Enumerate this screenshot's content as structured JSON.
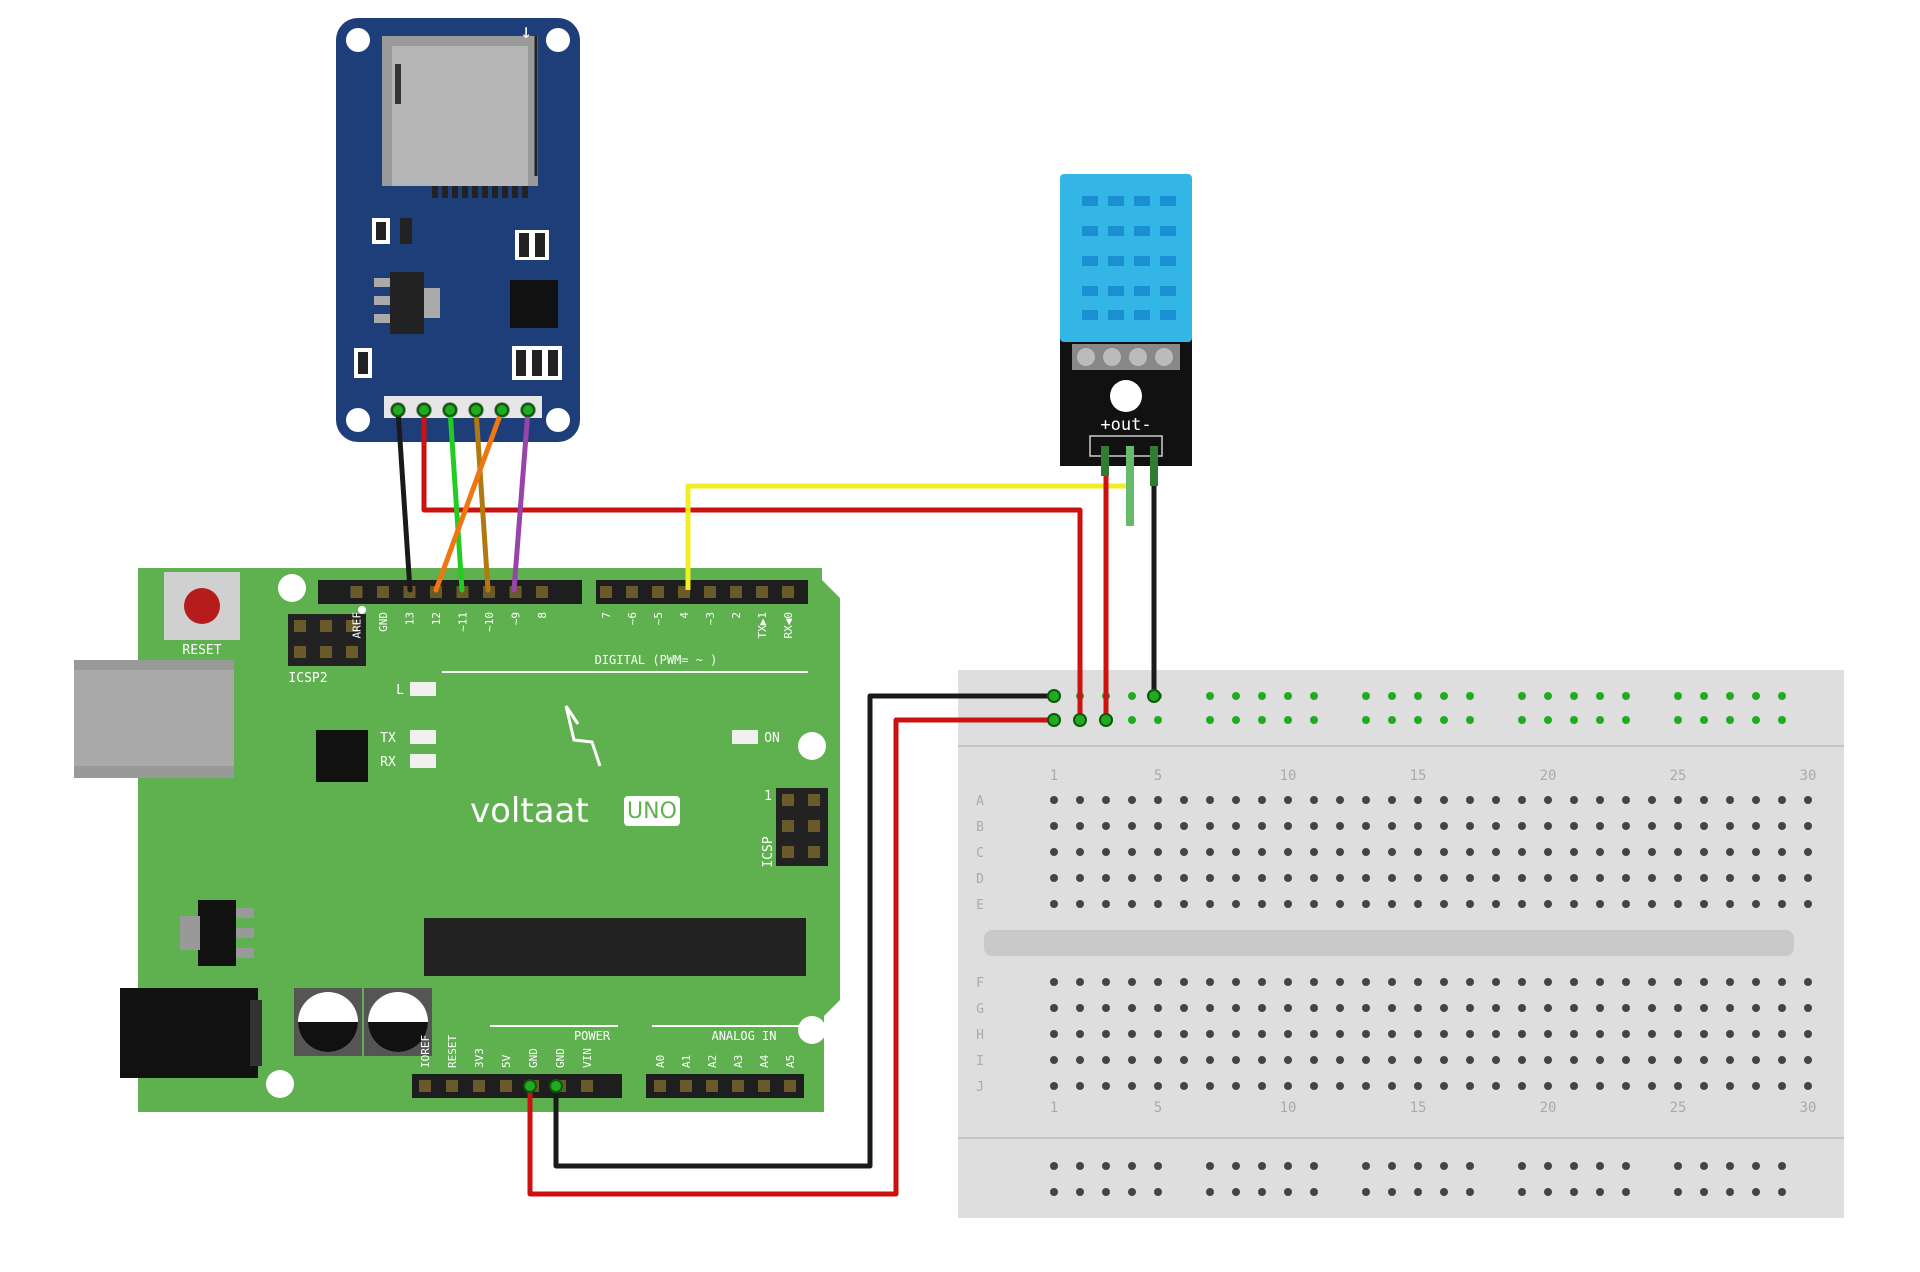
{
  "sd_module": {
    "pin_count": 6
  },
  "dht_module": {
    "pin_label": "+out-"
  },
  "arduino": {
    "brand": "voltaat",
    "model": "UNO",
    "reset_label": "RESET",
    "icsp2_label": "ICSP2",
    "icsp_label": "ICSP",
    "icsp_pin1": "1",
    "led_l": "L",
    "led_tx": "TX",
    "led_rx": "RX",
    "led_on": "ON",
    "digital_title": "DIGITAL (PWM= ~ )",
    "digital_pins": [
      "AREF",
      "GND",
      "13",
      "12",
      "~11",
      "~10",
      "~9",
      "8",
      "7",
      "~6",
      "~5",
      "4",
      "~3",
      "2",
      "TX▶1",
      "RX◀0"
    ],
    "power_title": "POWER",
    "power_pins": [
      "IOREF",
      "RESET",
      "3V3",
      "5V",
      "GND",
      "GND",
      "VIN"
    ],
    "analog_title": "ANALOG IN",
    "analog_pins": [
      "A0",
      "A1",
      "A2",
      "A3",
      "A4",
      "A5"
    ]
  },
  "breadboard": {
    "rows_top": [
      "A",
      "B",
      "C",
      "D",
      "E"
    ],
    "rows_bottom": [
      "F",
      "G",
      "H",
      "I",
      "J"
    ],
    "column_labels": [
      "1",
      "5",
      "10",
      "15",
      "20",
      "25",
      "30"
    ],
    "columns": 30
  },
  "wire_colors": {
    "black": "#1a1a1a",
    "red": "#cc1111",
    "green": "#22cc22",
    "orange": "#ee7711",
    "brown": "#b07a10",
    "purple": "#9944aa",
    "yellow": "#f2ee22"
  },
  "colors": {
    "arduino_board": "#5fb14f",
    "sd_board": "#1e3e7a",
    "dht_sensor": "#33b5e5",
    "breadboard": "#dedede"
  }
}
